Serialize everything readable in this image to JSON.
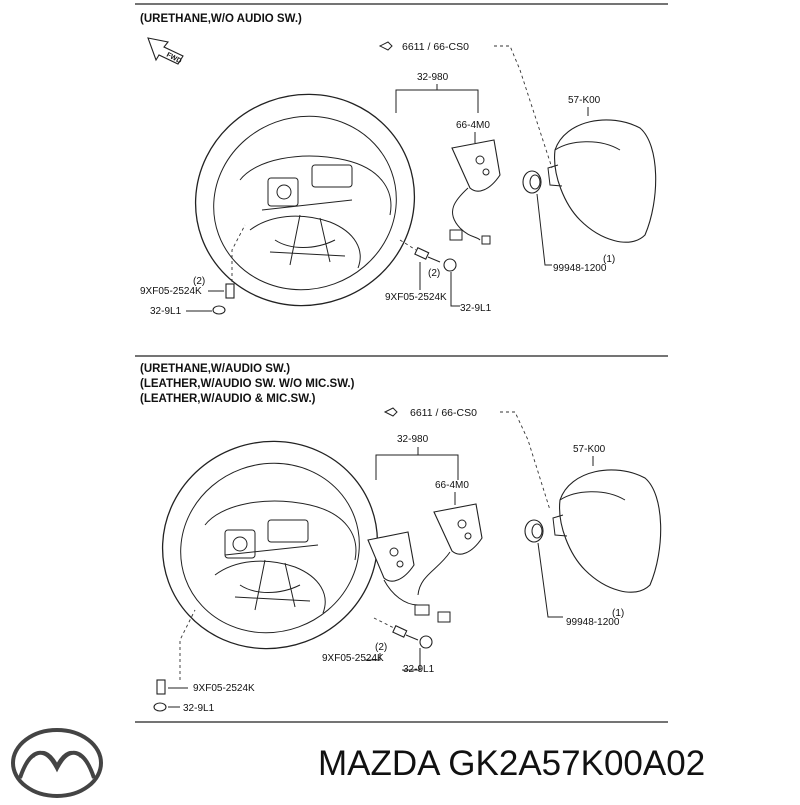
{
  "section1": {
    "headers": [
      "(URETHANE,W/O AUDIO SW.)"
    ],
    "callouts": {
      "ref": "6611 / 66-CS0",
      "wheel": "32-980",
      "switch": "66-4M0",
      "airbag": "57-K00",
      "nut_part": "99948-1200",
      "nut_qty": "(1)",
      "bolt_right_qty": "(2)",
      "bolt_right_part": "9XF05-2524K",
      "cap_right": "32-9L1",
      "bolt_left_qty": "(2)",
      "bolt_left_part": "9XF05-2524K",
      "cap_left": "32-9L1"
    },
    "fwd": "FWD"
  },
  "section2": {
    "headers": [
      "(URETHANE,W/AUDIO SW.)",
      "(LEATHER,W/AUDIO SW. W/O MIC.SW.)",
      "(LEATHER,W/AUDIO & MIC.SW.)"
    ],
    "callouts": {
      "ref": "6611 / 66-CS0",
      "wheel": "32-980",
      "switch": "66-4M0",
      "airbag": "57-K00",
      "nut_qty": "(1)",
      "nut_part": "99948-1200",
      "bolt_right_qty": "(2)",
      "bolt_right_part": "9XF05-2524K",
      "cap_right": "32-9L1",
      "bolt_left_part": "9XF05-2524K",
      "cap_left": "32-9L1"
    }
  },
  "footer": {
    "brand_text": "MAZDA GK2A57K00A02",
    "logo_icon": "mazda-logo-icon"
  }
}
